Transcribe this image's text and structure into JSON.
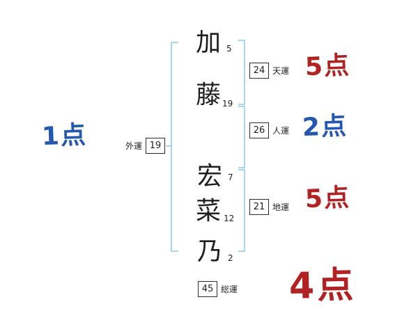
{
  "name_chars": [
    {
      "char": "加",
      "strokes": "5"
    },
    {
      "char": "藤",
      "strokes": "19"
    },
    {
      "char": "宏",
      "strokes": "7"
    },
    {
      "char": "菜",
      "strokes": "12"
    },
    {
      "char": "乃",
      "strokes": "2"
    }
  ],
  "fortunes": {
    "heaven": {
      "label": "天運",
      "value": "24",
      "score": "5点"
    },
    "person": {
      "label": "人運",
      "value": "26",
      "score": "2点"
    },
    "earth": {
      "label": "地運",
      "value": "21",
      "score": "5点"
    },
    "outer": {
      "label": "外運",
      "value": "19",
      "score": "1点"
    },
    "total": {
      "label": "総運",
      "value": "45",
      "score": "4点"
    }
  },
  "colors": {
    "score_red": "#b22222",
    "score_blue": "#2458b0",
    "bracket_blue": "#a9d6ec",
    "ink": "#1f1f1f"
  }
}
